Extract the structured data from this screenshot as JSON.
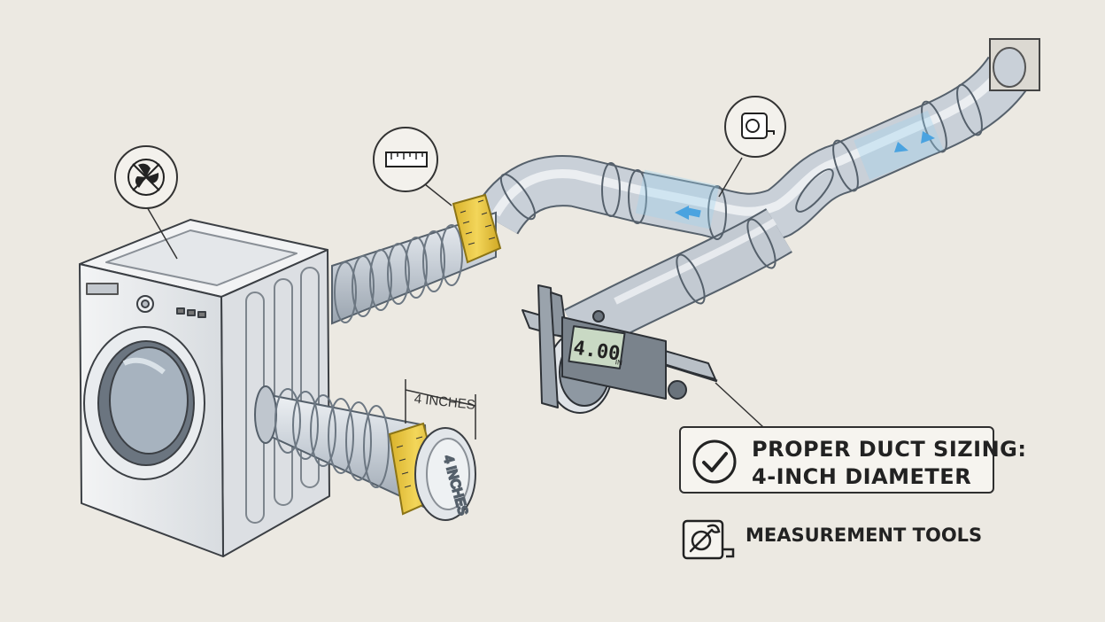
{
  "dimension_label": "4 INCHES",
  "tape_label": "4 INCHES",
  "caliper_reading": "4.00",
  "caliper_unit": "IN",
  "callout": {
    "line1": "PROPER DUCT SIZING:",
    "line2": "4-INCH DIAMETER",
    "icon": "check-circle-icon"
  },
  "tools": {
    "label": "MEASUREMENT TOOLS",
    "icon": "wrench-tape-icon"
  },
  "icons": [
    "fan-blocked-icon",
    "ruler-icon",
    "tape-measure-icon"
  ],
  "colors": {
    "background": "#ece9e2",
    "duct": "#c5ccd4",
    "tape": "#e8c640",
    "airflow": "#4aa3e0"
  }
}
